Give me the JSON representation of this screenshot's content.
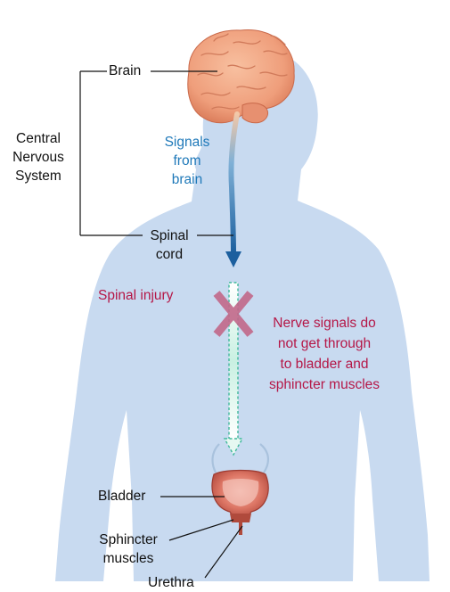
{
  "labels": {
    "brain": "Brain",
    "cns": [
      "Central",
      "Nervous",
      "System"
    ],
    "signals": [
      "Signals",
      "from",
      "brain"
    ],
    "spinal_cord": [
      "Spinal",
      "cord"
    ],
    "spinal_injury": "Spinal injury",
    "nerve_signals": [
      "Nerve signals do",
      "not get through",
      "to bladder and",
      "sphincter muscles"
    ],
    "bladder": "Bladder",
    "sphincter": [
      "Sphincter",
      "muscles"
    ],
    "urethra": "Urethra"
  },
  "colors": {
    "body": "#c8daf0",
    "brain": "#f0a583",
    "signal_arrow": "#1c5f9e",
    "injury_x": "#c2688a",
    "blocked_arrow": "#8fe0c6",
    "label_blue": "#1f79b9",
    "label_red": "#b51747",
    "bladder": "#d4675a"
  }
}
